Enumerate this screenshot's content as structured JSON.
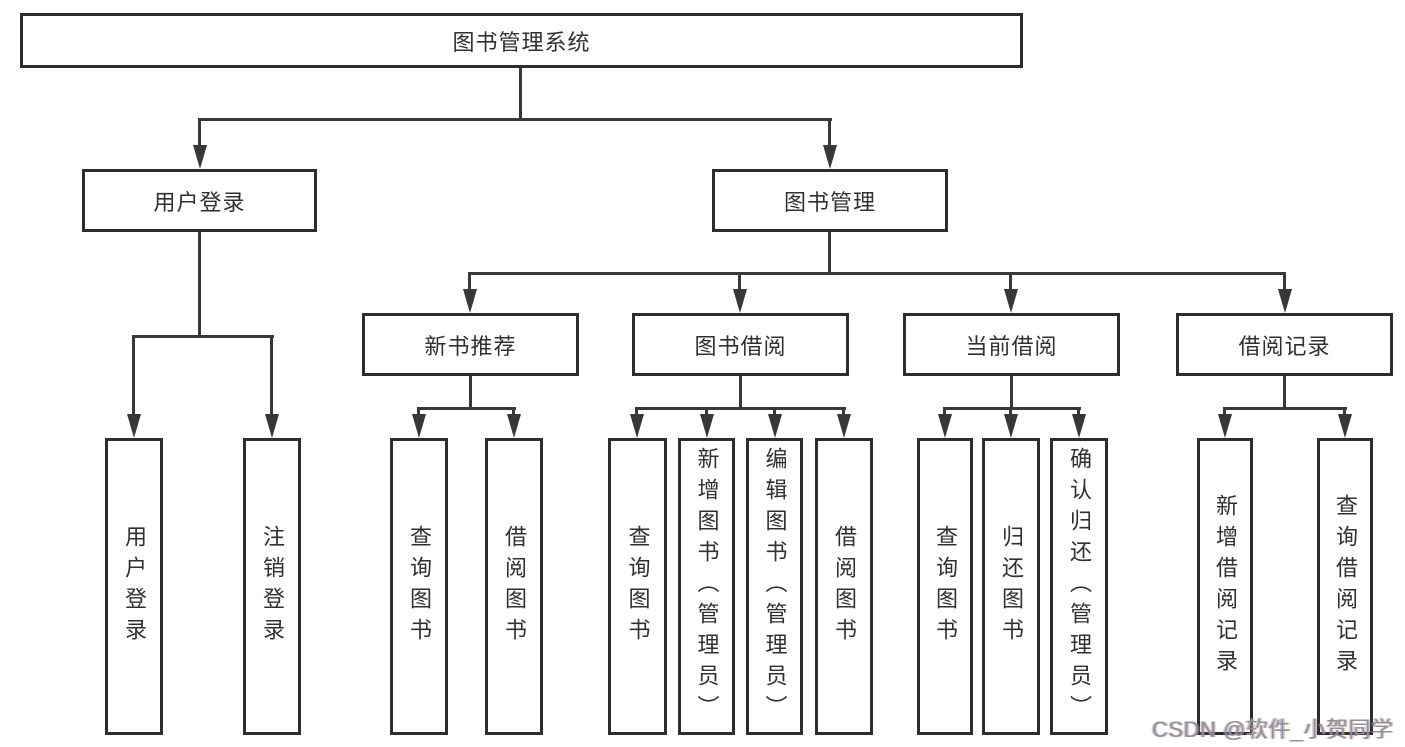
{
  "nodes": {
    "root": {
      "label": "图书管理系统"
    },
    "user_login_branch": {
      "label": "用户登录",
      "children": [
        "用户登录",
        "注销登录"
      ]
    },
    "book_mgmt_branch": {
      "label": "图书管理"
    },
    "level3": [
      {
        "label": "新书推荐",
        "children": [
          "查询图书",
          "借阅图书"
        ]
      },
      {
        "label": "图书借阅",
        "children": [
          "查询图书",
          "新增图书（管理员）",
          "编辑图书（管理员）",
          "借阅图书"
        ]
      },
      {
        "label": "当前借阅",
        "children": [
          "查询图书",
          "归还图书",
          "确认归还（管理员）"
        ]
      },
      {
        "label": "借阅记录",
        "children": [
          "新增借阅记录",
          "查询借阅记录"
        ]
      }
    ]
  },
  "watermark": "CSDN @软件_小贺同学",
  "colors": {
    "line": "#383838",
    "border": "#2d2d2d",
    "text": "#303030",
    "watermark_text": "#919191",
    "background": "#ffffff"
  }
}
